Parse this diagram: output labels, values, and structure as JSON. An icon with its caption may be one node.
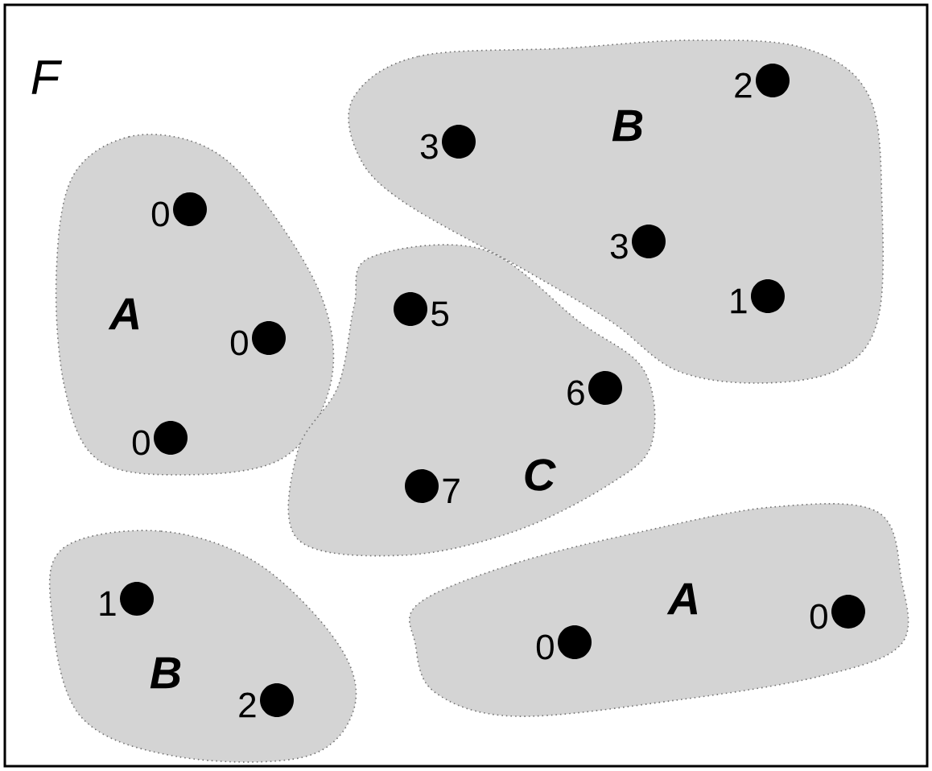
{
  "diagram": {
    "nodes": [
      {
        "text": [
          "F"
        ]
      },
      {
        "text": [
          "A"
        ],
        "in": 0
      },
      {
        "text": [
          "B"
        ],
        "in": 0
      },
      {
        "text": [
          "C"
        ],
        "in": 0
      },
      {
        "text": [
          "B"
        ],
        "in": 0
      },
      {
        "text": [
          "A"
        ],
        "in": 0
      },
      {
        "text": [],
        "shape": "circle",
        "in": 1,
        "beside": [
          "0"
        ]
      },
      {
        "text": [],
        "shape": "circle",
        "in": 1,
        "beside": [
          "0"
        ]
      },
      {
        "text": [],
        "shape": "circle",
        "in": 1,
        "beside": [
          "0"
        ]
      },
      {
        "text": [],
        "shape": "circle",
        "in": 2,
        "beside": [
          "3"
        ]
      },
      {
        "text": [],
        "shape": "circle",
        "in": 2,
        "beside": [
          "2"
        ]
      },
      {
        "text": [],
        "shape": "circle",
        "in": 2,
        "beside": [
          "3"
        ]
      },
      {
        "text": [],
        "shape": "circle",
        "in": 2,
        "beside": [
          "1"
        ]
      },
      {
        "text": [],
        "shape": "circle",
        "in": 3,
        "beside": [
          "5"
        ]
      },
      {
        "text": [],
        "shape": "circle",
        "in": 3,
        "beside": [
          "6"
        ]
      },
      {
        "text": [],
        "shape": "circle",
        "in": 3,
        "beside": [
          "7"
        ]
      },
      {
        "text": [],
        "shape": "circle",
        "in": 4,
        "beside": [
          "1"
        ]
      },
      {
        "text": [],
        "shape": "circle",
        "in": 4,
        "beside": [
          "2"
        ]
      },
      {
        "text": [],
        "shape": "circle",
        "in": 5,
        "beside": [
          "0"
        ]
      },
      {
        "text": [],
        "shape": "circle",
        "in": 5,
        "beside": [
          "0"
        ]
      }
    ]
  }
}
